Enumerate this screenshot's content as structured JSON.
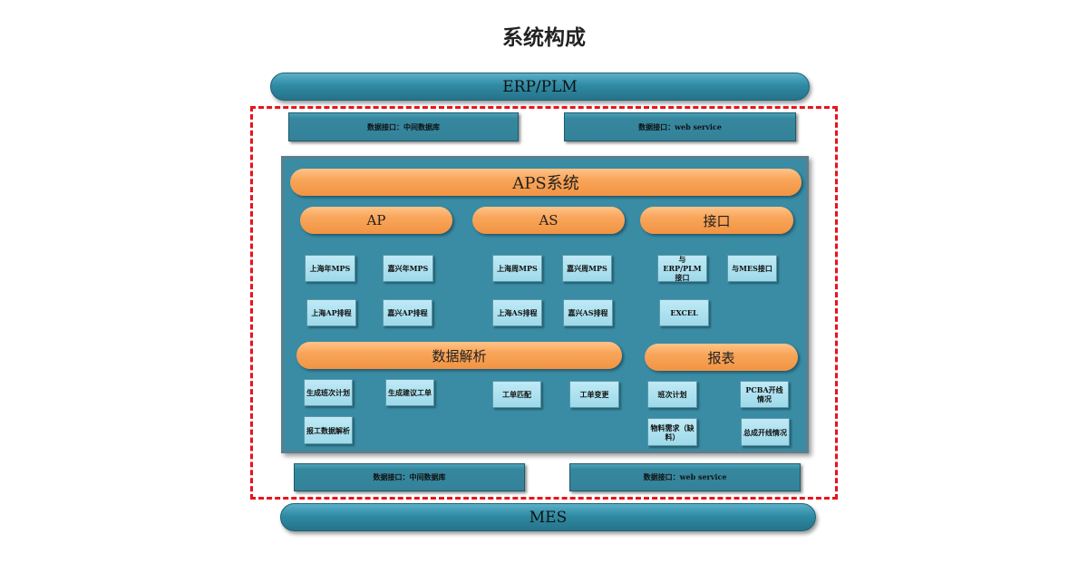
{
  "title": "系统构成",
  "erp": "ERP/PLM",
  "mes": "MES",
  "interfaces": {
    "top_db": "数据接口：中间数据库",
    "top_ws": "数据接口：web service",
    "bottom_db": "数据接口：中间数据库",
    "bottom_ws": "数据接口：web service"
  },
  "aps": "APS系统",
  "modules": {
    "ap": "AP",
    "as": "AS",
    "iface": "接口",
    "analysis": "数据解析",
    "report": "报表"
  },
  "boxes": {
    "b1": "上海年MPS",
    "b2": "嘉兴年MPS",
    "b3": "上海周MPS",
    "b4": "嘉兴周MPS",
    "b5": "与ERP/PLM接口",
    "b6": "与MES接口",
    "b7": "上海AP排程",
    "b8": "嘉兴AP排程",
    "b9": "上海AS排程",
    "b10": "嘉兴AS排程",
    "b11": "EXCEL",
    "b12": "生成班次计划",
    "b13": "生成建议工单",
    "b14": "工单匹配",
    "b15": "工单变更",
    "b16": "班次计划",
    "b17": "PCBA开线情况",
    "b18": "报工数据解析",
    "b19": "物料需求（缺料）",
    "b20": "总成开线情况"
  }
}
